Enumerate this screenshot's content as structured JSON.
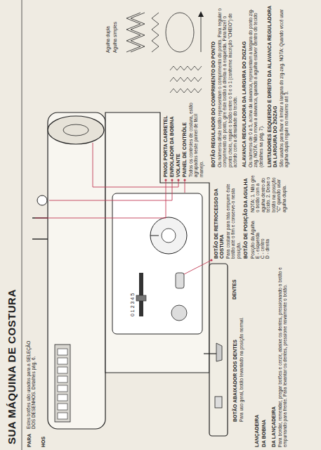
{
  "diagram": {
    "title": "SUA MÁQUINA DE COSTURA",
    "labels": [
      "PARA",
      "Estes botões são usados para a SELEÇÃO DOS DESENHOS. Detalhes pág. 6.",
      "HOS",
      "PINOS PORTA CARRETEL",
      "ENROLADOR DA BOBINA",
      "VOLANTE",
      "PAINEL DE CONTRÔLE",
      "Todos os controles de costura, estão agrupados neste painel de fácil manejo.",
      "0 1 2 3 4 5",
      "DENTES",
      "BOTÃO ABAIXADOR DOS DENTES",
      "Para uso geral, botão levantado na posição normal.",
      "LANÇADEIRA",
      "DA BOBINA",
      "DA LANÇADEIRA",
      "Para bordar, remendar, pregar botões e cerzir, abaixe os dentes, pressionando o botão e empurrando para frente. Para levantar os dentes, pressione novamente o botão.",
      "BOTÃO DE RETROCESSO DA COSTURA",
      "Para costurar para trás empurre êste botão até o fim e conserve-o nesta posição.",
      "BOTÃO DE POSIÇÃO DA AGULHA",
      "Posição da Agulha",
      "E - esquerda",
      "C - centro",
      "D - direita",
      "NOTA: 1. Não gire o botão com a agulha dentro do tecido. 2. Deixe o botão na posição \"C\" quando usar agulha dupla.",
      "BOTÃO REGULADOR DO COMPRIMENTO DO PONTO",
      "Os números dêste botão representam o comprimento do ponto. Para regular o comprimento do ponto, gire êste botão à direita e à esquerda. Para fazer o ponto cheio, regule o botão entre o 0 e o 1 (conforme inscrição \"CHEIO\") de acôrdo com a densidade do tecido.",
      "ALAVANCA REGULADORA DA LARGURA DO ZIGZAG",
      "Os números de 0 a 5, acima da alavanca, representam a largura do ponto zig-zag. NOTA: Não mova a alavanca, quando a agulha estiver dentro do tecido (detalhes na pág. 7).",
      "LIMITADORES ESQUERDO E DIREITO DA ALAVANCA REGULADORA DA LARGURA DO ZIGZAG",
      "São usados para fixar e limitar a largura do zig-zag. NOTA: Quando você usar agulha dupla regule no máximo até 3.",
      "Agulha dupla",
      "Agulha simples"
    ]
  }
}
